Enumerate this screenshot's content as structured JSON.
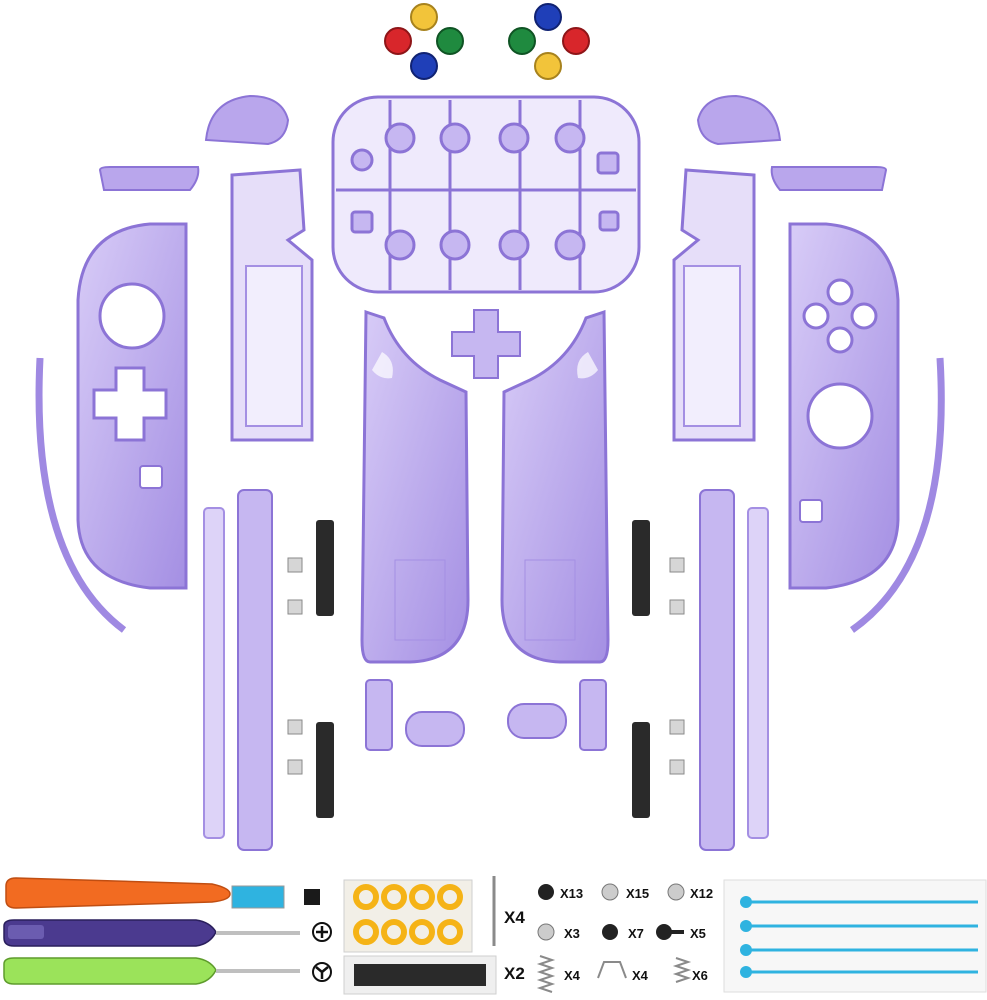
{
  "colors": {
    "shell": "#b9a6ec",
    "shell_dark": "#8c74d6",
    "shell_light": "#ddd3f8",
    "abxy": [
      "#f2c43a",
      "#d8262b",
      "#1f8a3f",
      "#1f3fb8"
    ],
    "pry_tool": "#f26b21",
    "screwdriver_purple": "#4b3a8f",
    "screwdriver_green": "#9be35a",
    "lanyard_blue": "#2fb3e0"
  },
  "icons": {
    "phillips": "cross-head-icon",
    "tri_wing": "y-head-icon"
  },
  "accessories": {
    "ring_qty": "X4",
    "foam_qty": "X2",
    "screw_a": "X13",
    "screw_b": "X15",
    "screw_c": "X12",
    "screw_d": "X3",
    "screw_e": "X7",
    "screw_f": "X5",
    "spring_a": "X4",
    "spring_b": "X4",
    "spring_c": "X6"
  }
}
